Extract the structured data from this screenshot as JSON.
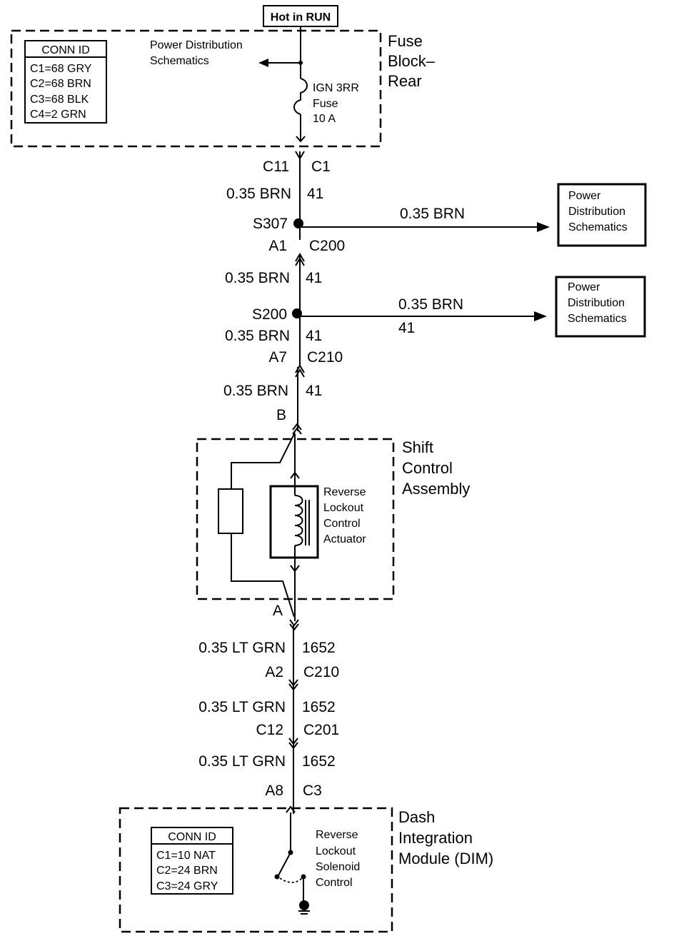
{
  "power_source": "Hot in RUN",
  "fuse_block": {
    "title_lines": [
      "Fuse",
      "Block–",
      "Rear"
    ],
    "conn_id_header": "CONN ID",
    "conn_ids": [
      "C1=68 GRY",
      "C2=68 BRN",
      "C3=68 BLK",
      "C4=2 GRN"
    ],
    "power_dist_ref": [
      "Power Distribution",
      "Schematics"
    ],
    "fuse_label": [
      "IGN 3RR",
      "Fuse",
      "10 A"
    ]
  },
  "connectors": {
    "c1": {
      "left": "C11",
      "right": "C1"
    },
    "c200": {
      "left": "A1",
      "right": "C200"
    },
    "c210_top": {
      "left": "A7",
      "right": "C210"
    },
    "b": {
      "left": "B"
    },
    "a": {
      "left": "A"
    },
    "c210_bottom": {
      "left": "A2",
      "right": "C210"
    },
    "c201": {
      "left": "C12",
      "right": "C201"
    },
    "c3": {
      "left": "A8",
      "right": "C3"
    }
  },
  "wires": {
    "w1": {
      "left": "0.35 BRN",
      "right": "41"
    },
    "w2": {
      "left": "0.35 BRN",
      "right": "41"
    },
    "w3": {
      "left": "0.35 BRN",
      "right": "41"
    },
    "w4": {
      "left": "0.35 BRN",
      "right": "41"
    },
    "w5": {
      "left": "0.35 LT GRN",
      "right": "1652"
    },
    "w6": {
      "left": "0.35 LT GRN",
      "right": "1652"
    },
    "w7": {
      "left": "0.35 LT GRN",
      "right": "1652"
    }
  },
  "splices": {
    "s307": {
      "label": "S307",
      "branch_wire": "0.35 BRN"
    },
    "s200": {
      "label": "S200",
      "branch_wire": "0.35 BRN",
      "branch_circuit": "41"
    }
  },
  "power_dist_boxes": [
    [
      "Power",
      "Distribution",
      "Schematics"
    ],
    [
      "Power",
      "Distribution",
      "Schematics"
    ]
  ],
  "shift_control": {
    "title_lines": [
      "Shift",
      "Control",
      "Assembly"
    ],
    "actuator_lines": [
      "Reverse",
      "Lockout",
      "Control",
      "Actuator"
    ]
  },
  "dim": {
    "title_lines": [
      "Dash",
      "Integration",
      "Module (DIM)"
    ],
    "conn_id_header": "CONN ID",
    "conn_ids": [
      "C1=10 NAT",
      "C2=24 BRN",
      "C3=24 GRY"
    ],
    "solenoid_lines": [
      "Reverse",
      "Lockout",
      "Solenoid",
      "Control"
    ]
  }
}
